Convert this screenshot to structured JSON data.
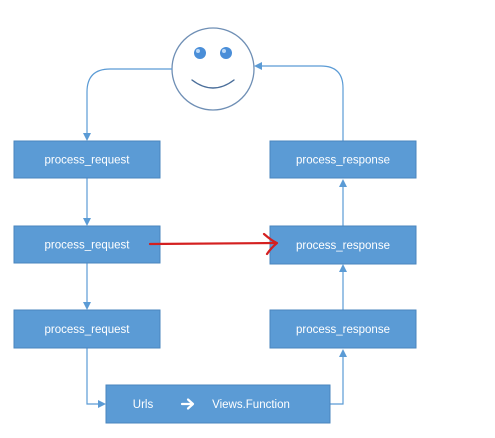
{
  "diagram": {
    "nodes": {
      "request_1": "process_request",
      "request_2": "process_request",
      "request_3": "process_request",
      "response_1": "process_response",
      "response_2": "process_response",
      "response_3": "process_response",
      "urls": "Urls",
      "views": "Views.Function"
    },
    "icons": {
      "user": "smiley-face-icon",
      "flow_arrow": "right-arrow-icon"
    },
    "colors": {
      "box_fill": "#5b9bd5",
      "connector": "#5b9bd5",
      "highlight_arrow": "#d42020"
    }
  }
}
